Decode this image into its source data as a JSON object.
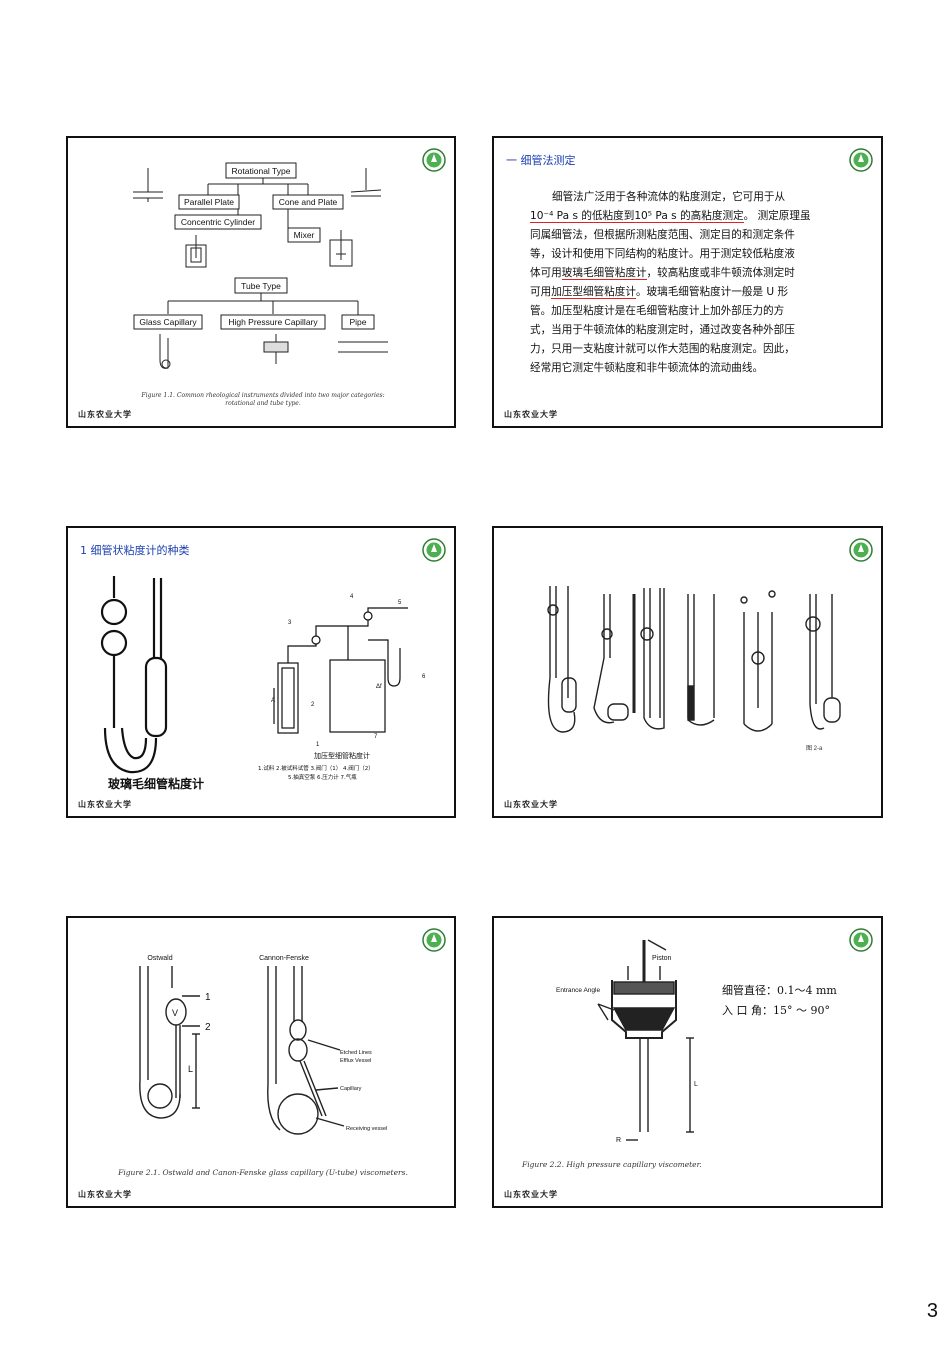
{
  "footer": "山东农业大学",
  "page_number": "3",
  "slide1": {
    "boxes": [
      "Rotational Type",
      "Parallel Plate",
      "Cone and Plate",
      "Concentric Cylinder",
      "Mixer",
      "Tube Type",
      "Glass Capillary",
      "High Pressure Capillary",
      "Pipe"
    ],
    "caption_line1": "Figure 1.1. Common rheological instruments divided into two major categories:",
    "caption_line2": "rotational and tube type."
  },
  "slide2": {
    "title": "一 细管法测定",
    "p1": "细管法广泛用于各种流体的粘度测定，它可用于从",
    "p2a": "10⁻⁴ Pa s 的低粘度到10⁵ Pa s 的高粘度测定",
    "p2b": "。 测定原理虽",
    "p3": "同属细管法，但根据所测粘度范围、测定目的和测定条件",
    "p4": "等，设计和使用下同结构的粘度计。用于测定较低粘度液",
    "p5a": "体可用",
    "p5b": "玻璃毛细管粘度计",
    "p5c": "，较高粘度或非牛顿流体测定时",
    "p6a": "可用",
    "p6b": "加压型细管粘度计",
    "p6c": "。玻璃毛细管粘度计一般是 U 形",
    "p7": "管。加压型粘度计是在毛细管粘度计上加外部压力的方",
    "p8": "式，当用于牛顿流体的粘度测定时，通过改变各种外部压",
    "p9": "力，只用一支粘度计就可以作大范围的粘度测定。因此，",
    "p10": "经常用它测定牛顿粘度和非牛顿流体的流动曲线。"
  },
  "slide3": {
    "title": "1 细管状粘度计的种类",
    "left_label": "玻璃毛细管粘度计",
    "right_title": "加压型细管粘度计",
    "legend1": "1.试料  2.被试料试管  3.阀门（1） 4.阀门（2）",
    "legend2": "5.抽真空泵  6.压力计  7.气瓶",
    "numbers": [
      "1",
      "2",
      "3",
      "4",
      "5",
      "6",
      "7",
      "A",
      "Δf"
    ]
  },
  "slide4": {
    "fig_label": "图 2-a"
  },
  "slide5": {
    "ostwald": "Ostwald",
    "cannon": "Cannon-Fenske",
    "marks": [
      "1",
      "2",
      "V",
      "L"
    ],
    "labels": [
      "Etched Lines",
      "Efflux Vessel",
      "Capillary",
      "Receiving vessel"
    ],
    "caption": "Figure 2.1.  Ostwald and Canon-Fenske glass capillary (U-tube) viscometers."
  },
  "slide6": {
    "piston": "Piston",
    "entrance_angle": "Entrance Angle",
    "l_label": "L",
    "r_label": "R",
    "spec1": "细管直径：0.1～4 mm",
    "spec2": "入 口 角：15° ～ 90°",
    "caption": "Figure 2.2. High pressure capillary viscometer."
  }
}
